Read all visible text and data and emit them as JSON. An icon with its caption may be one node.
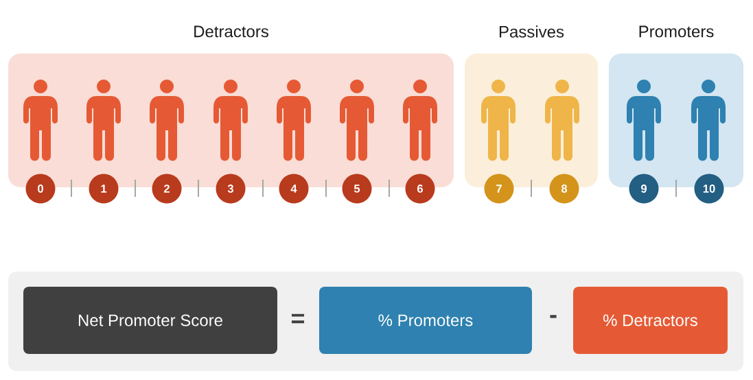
{
  "diagram": {
    "nodes": [
      {
        "text": [
          "Detractors"
        ]
      },
      {
        "text": [
          "Passives"
        ]
      },
      {
        "text": [
          "Promoters"
        ]
      },
      {
        "text": [
          "0"
        ]
      },
      {
        "text": [
          "1"
        ]
      },
      {
        "text": [
          "2"
        ]
      },
      {
        "text": [
          "3"
        ]
      },
      {
        "text": [
          "4"
        ]
      },
      {
        "text": [
          "5"
        ]
      },
      {
        "text": [
          "6"
        ]
      },
      {
        "text": [
          "7"
        ]
      },
      {
        "text": [
          "8"
        ]
      },
      {
        "text": [
          "9"
        ]
      },
      {
        "text": [
          "10"
        ]
      },
      {
        "text": [],
        "shape": "box"
      },
      {
        "text": [
          "Net Promoter Score"
        ],
        "in": 14
      },
      {
        "text": [
          "% Promoters"
        ],
        "in": 14
      },
      {
        "text": [
          "% Detractors"
        ],
        "in": 14
      }
    ],
    "labels": [
      "=",
      "-"
    ]
  }
}
